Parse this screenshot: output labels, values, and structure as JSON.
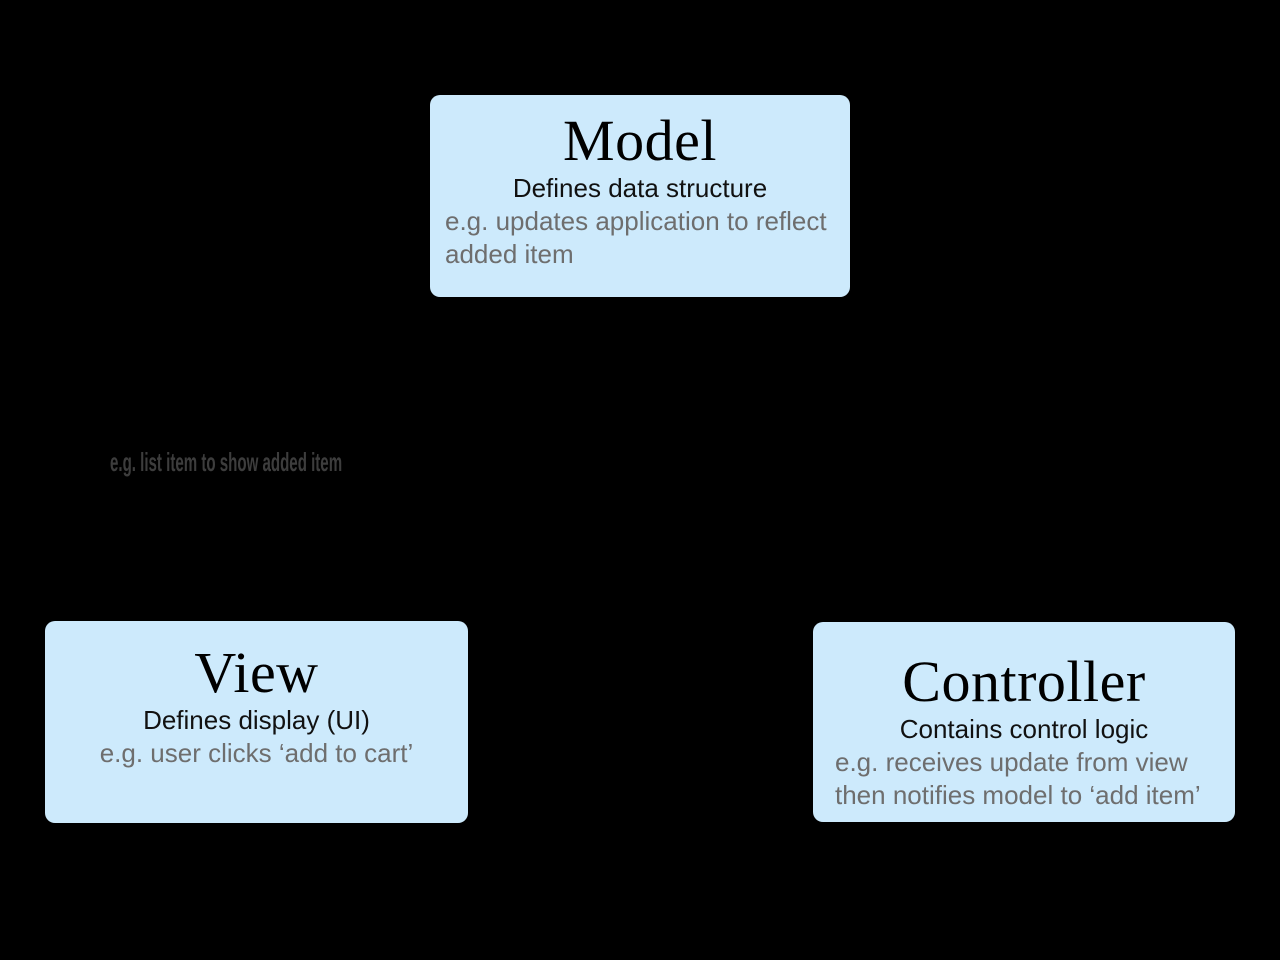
{
  "diagram": {
    "colors": {
      "background": "#000000",
      "box-fill": "#cdeafc",
      "title-color": "#000000",
      "subtitle-color": "#111111",
      "example-color": "#6e6e6e",
      "floating-label-color": "#3d3d3d"
    },
    "nodes": [
      {
        "id": "model",
        "title": "Model",
        "subtitle": "Defines data structure",
        "example_lines": [
          "e.g. updates application to reflect",
          "added item"
        ]
      },
      {
        "id": "view",
        "title": "View",
        "subtitle": "Defines display (UI)",
        "example_lines": [
          "e.g. user clicks ‘add to cart’"
        ]
      },
      {
        "id": "controller",
        "title": "Controller",
        "subtitle": "Contains control logic",
        "example_lines": [
          "e.g. receives update from view",
          "then notifies model to ‘add item’"
        ]
      }
    ],
    "floating_label": "e.g. list item to show added item"
  }
}
